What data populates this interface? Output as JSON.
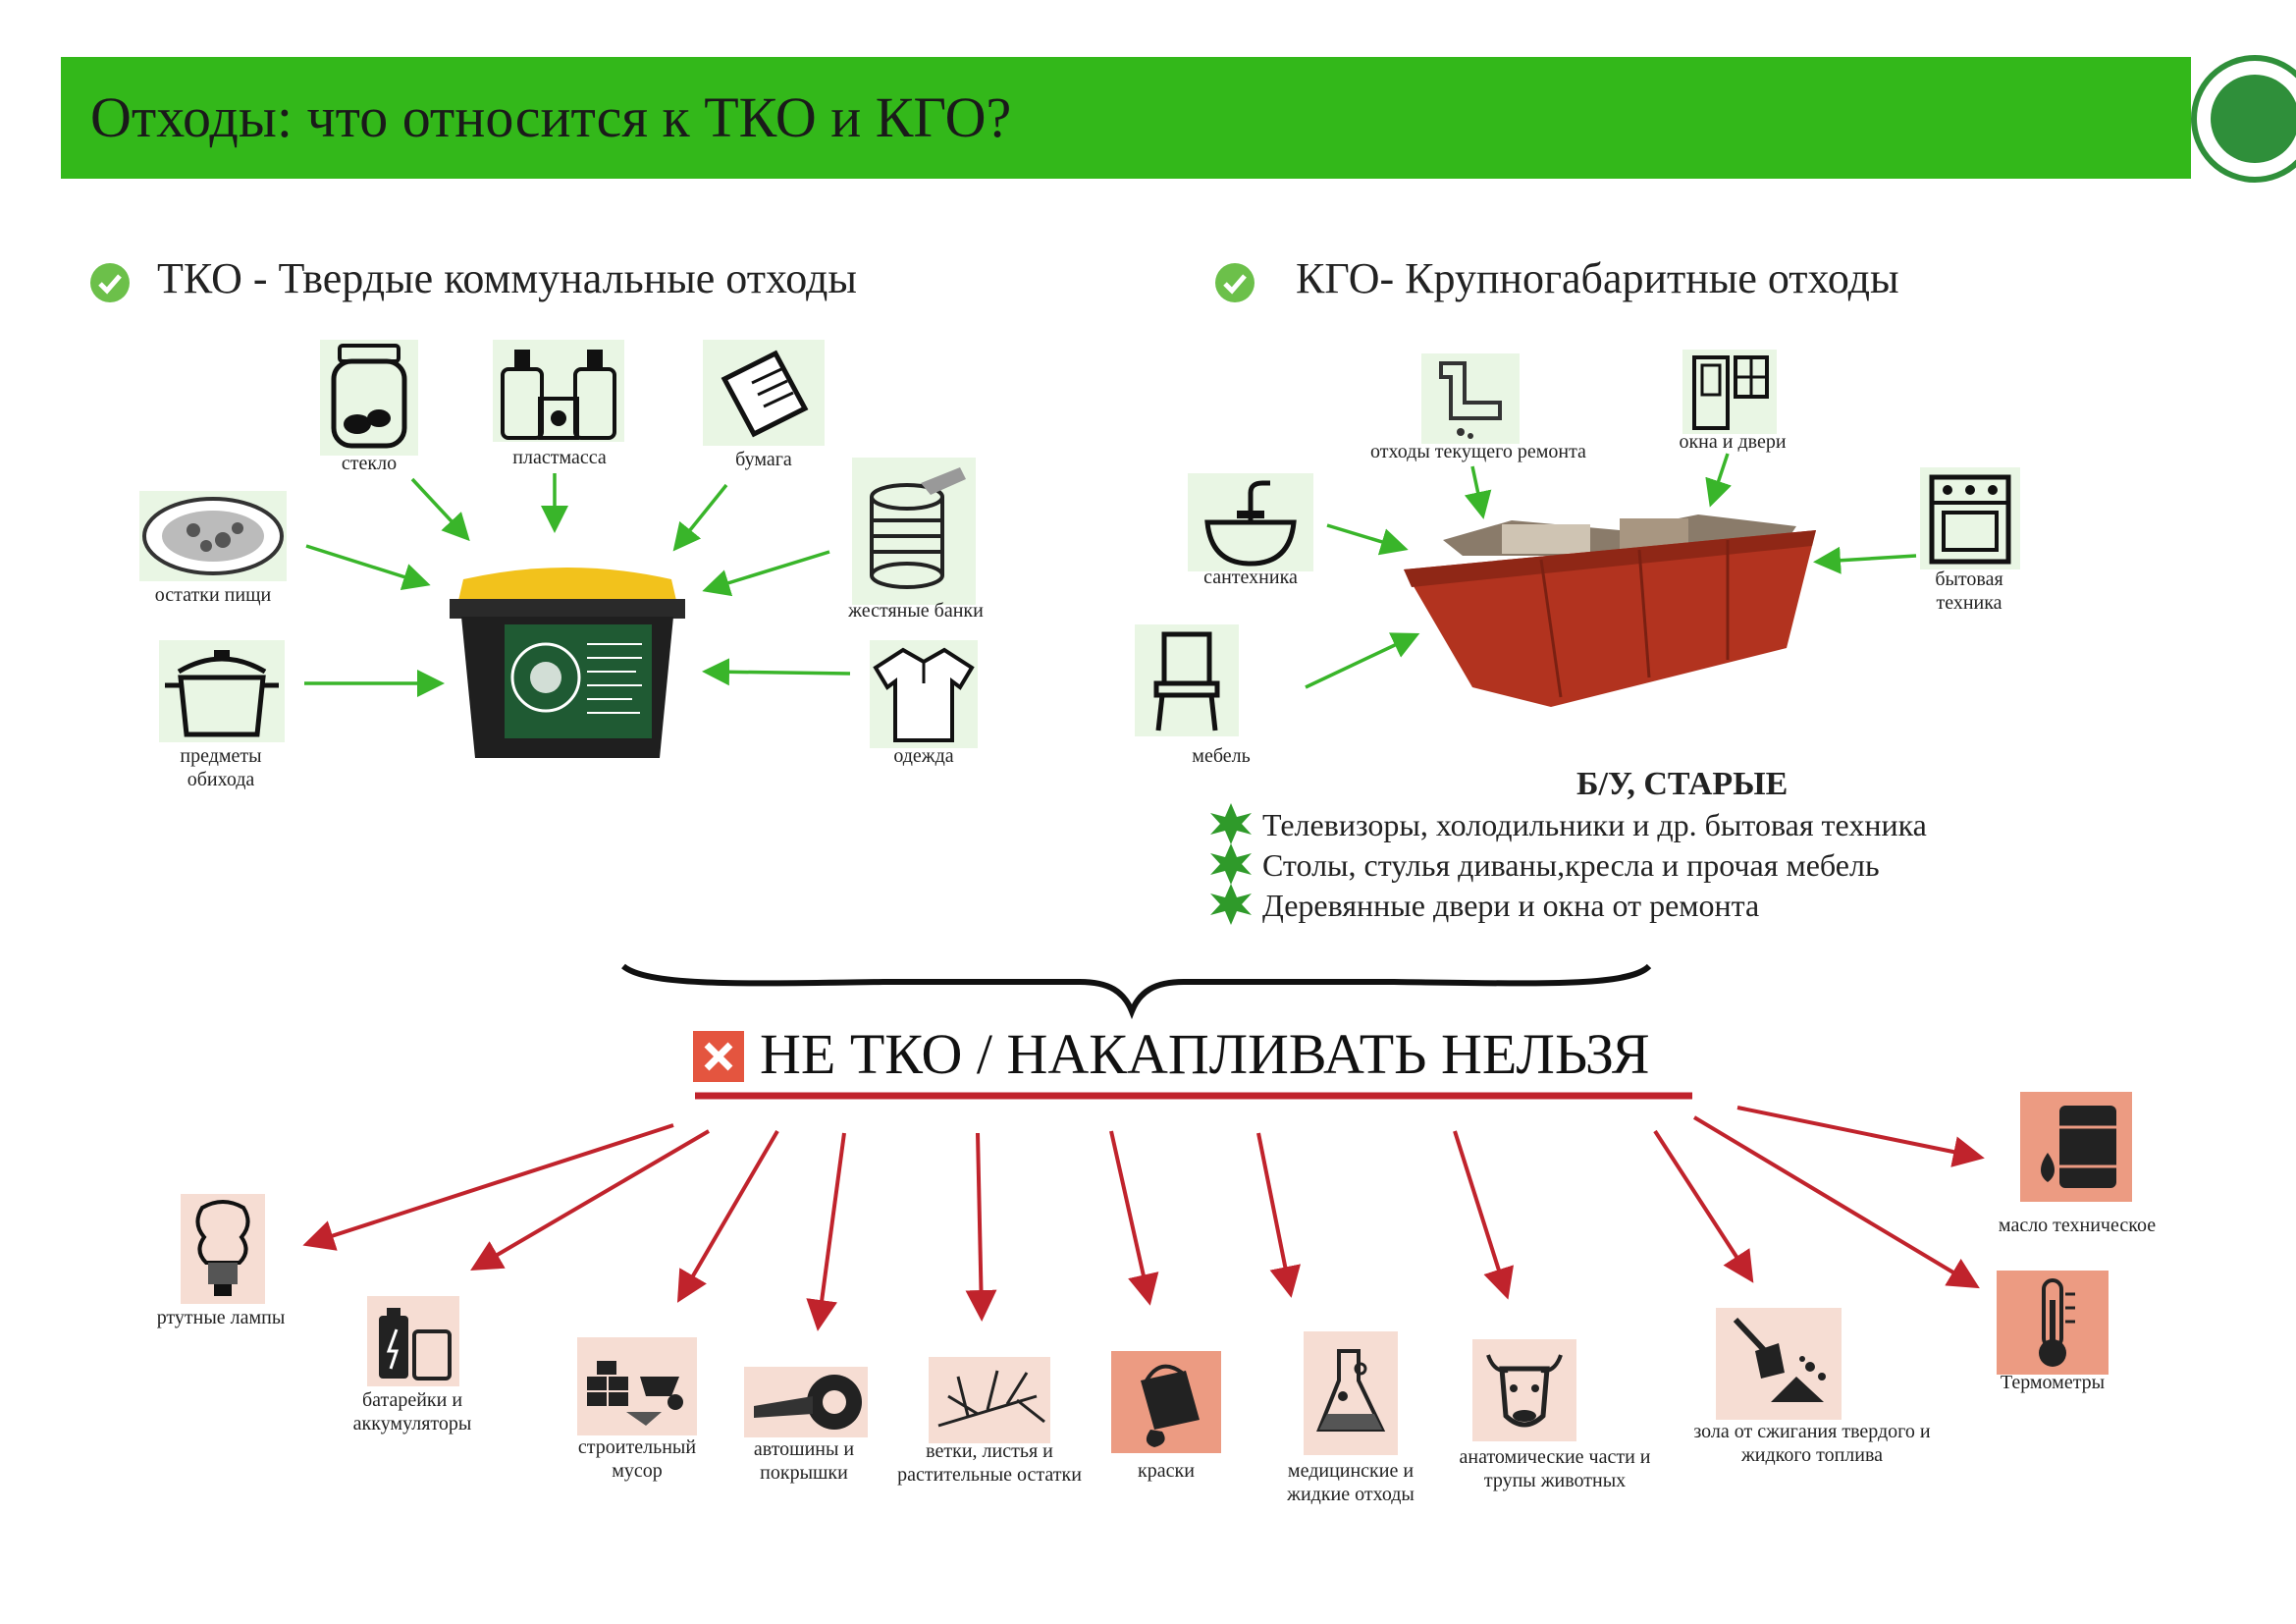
{
  "header": {
    "title": "Отходы: что относится к ТКО и КГО?"
  },
  "tko": {
    "heading": "ТКО - Твердые коммунальные отходы",
    "items": {
      "glass": "стекло",
      "plastic": "пластмасса",
      "paper": "бумага",
      "food": "остатки пищи",
      "cans": "жестяные банки",
      "household": "предметы обихода",
      "clothes": "одежда"
    }
  },
  "kgo": {
    "heading": "КГО- Крупногабаритные отходы",
    "items": {
      "repair": "отходы текущего ремонта",
      "windows": "окна и двери",
      "plumbing": "сантехника",
      "appliances": "бытовая техника",
      "furniture": "мебель"
    },
    "used_title": "Б/У, СТАРЫЕ",
    "bullets": [
      "Телевизоры, холодильники и др. бытовая техника",
      "Столы, стулья диваны,кресла и прочая мебель",
      "Деревянные двери и окна от ремонта"
    ]
  },
  "not_tko": {
    "title": "НЕ ТКО / НАКАПЛИВАТЬ НЕЛЬЗЯ",
    "items": {
      "lamps": "ртутные лампы",
      "batteries": "батарейки и аккумуляторы",
      "construction": "строительный мусор",
      "tires": "автошины и покрышки",
      "branches": "ветки, листья и растительные остатки",
      "paints": "краски",
      "medical": "медицинские и жидкие отходы",
      "animal": "анатомические части и трупы животных",
      "ash": "зола от сжигания твердого и жидкого топлива",
      "oil": "масло техническое",
      "thermometers": "Термометры"
    }
  },
  "colors": {
    "banner": "#33b81a",
    "arrow_green": "#39b52a",
    "arrow_red": "#c0232c",
    "bin_lid": "#f2c21c",
    "skip": "#b2331f"
  }
}
